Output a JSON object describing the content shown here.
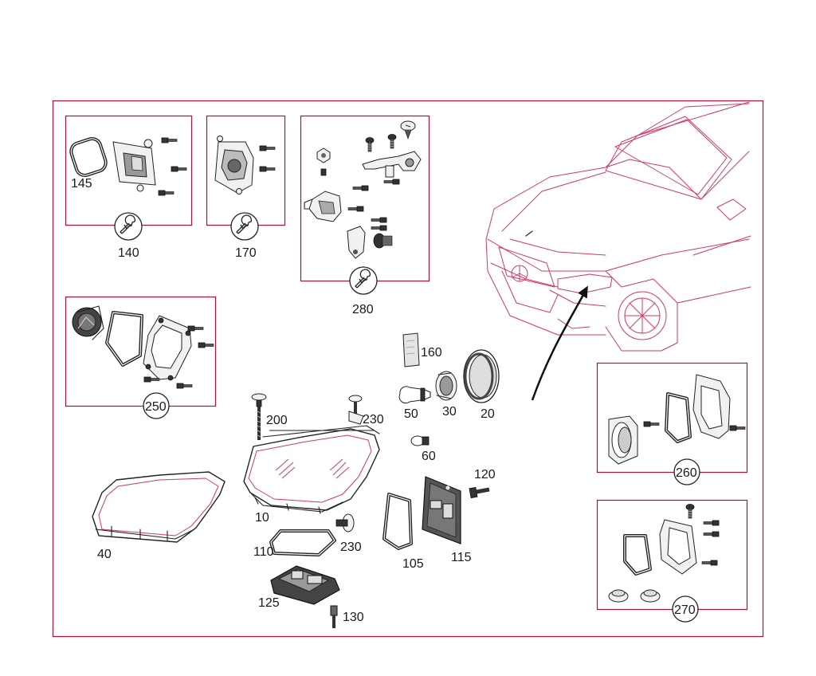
{
  "diagram": {
    "callouts": {
      "p140": "140",
      "p145": "145",
      "p170": "170",
      "p280": "280",
      "p250": "250",
      "p160": "160",
      "p50": "50",
      "p30": "30",
      "p20": "20",
      "p200": "200",
      "p230a": "230",
      "p60": "60",
      "p120": "120",
      "p10": "10",
      "p40": "40",
      "p110": "110",
      "p230b": "230",
      "p105": "105",
      "p115": "115",
      "p125": "125",
      "p130": "130",
      "p260": "260",
      "p270": "270"
    },
    "icons": [
      "wrench-icon"
    ]
  }
}
